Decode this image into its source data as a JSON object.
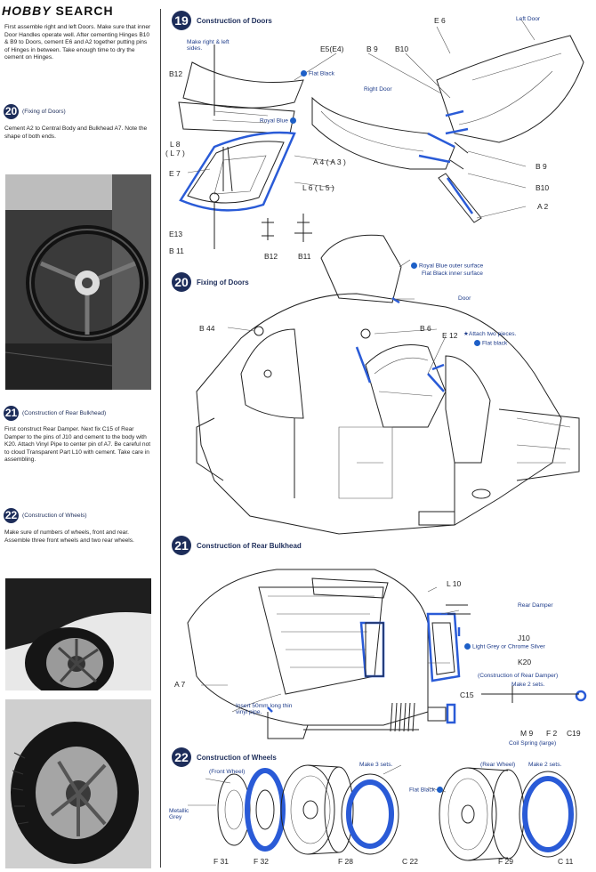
{
  "header": {
    "brand_prefix": "H",
    "brand_hobby": "OBBY",
    "brand_search": " SEARCH"
  },
  "left": {
    "intro": "First assemble right and left Doors. Make sure that inner Door Handles operate well. After cementing Hinges B10 & B9 to Doors, cement E6 and A2 together putting pins of Hinges in between. Take enough time to dry the cement on Hinges.",
    "s20": {
      "num": "20",
      "title": "(Fixing of Doors)",
      "body": "Cement A2 to Central Body and Bulkhead A7. Note the shape of both ends."
    },
    "s21": {
      "num": "21",
      "title": "(Construction of Rear Bulkhead)",
      "body": "First construct Rear Damper. Next fix C15 of Rear Damper to the pins of J10 and cement to the body with K20. Attach Vinyl Pipe to center pin of A7. Be careful not to cloud Transparent Part L10 with cement. Take care in assembling."
    },
    "s22": {
      "num": "22",
      "title": "(Construction of Wheels)",
      "body": "Make sure of numbers of wheels, front and rear. Assemble three front wheels and two rear wheels."
    }
  },
  "step19": {
    "num": "19",
    "title": "Construction of Doors",
    "labels": {
      "make_both": "Make right & left sides.",
      "e5": "E5(E4)",
      "b9top": "B 9",
      "b10top": "B10",
      "e6": "E 6",
      "left_door": "Left Door",
      "b12": "B12",
      "flat_black": "Flat Black",
      "right_door": "Right Door",
      "royal_blue": "Royal Blue",
      "l8": "L 8",
      "l7": "( L 7 )",
      "e7": "E 7",
      "a4": "A 4 ( A 3 )",
      "l6": "L 6 ( L 5 )",
      "b9": "B 9",
      "b10": "B10",
      "a2": "A 2",
      "e13": "E13",
      "b11": "B 11",
      "b12s": "B12",
      "b11s": "B11"
    }
  },
  "step20": {
    "num": "20",
    "title": "Fixing of Doors",
    "labels": {
      "rb_outer": "Royal Blue outer surface",
      "fb_inner": "Flat Black inner surface",
      "door": "Door",
      "b44": "B 44",
      "b6": "B 6",
      "e12": "E 12",
      "attach": "Attach two pieces.",
      "flat_black": "Flat black"
    }
  },
  "step21": {
    "num": "21",
    "title": "Construction of Rear Bulkhead",
    "labels": {
      "l10": "L 10",
      "rear_damper": "Rear Damper",
      "j10": "J10",
      "lgcs": "Light Grey or Chrome Silver",
      "k20": "K20",
      "const_damper": "(Construction of Rear Damper)",
      "make2": "Make 2 sets.",
      "a7": "A 7",
      "insert": "Insert 50mm long thin vinyl pipe.",
      "c15": "C15",
      "m9": "M 9",
      "f2": "F 2",
      "c19": "C19",
      "coil": "Coil Spring (large)"
    }
  },
  "step22": {
    "num": "22",
    "title": "Construction of Wheels",
    "labels": {
      "front": "(Front Wheel)",
      "make3": "Make 3 sets.",
      "rear": "(Rear Wheel)",
      "make2": "Make 2 sets.",
      "metallic": "Metallic Grey",
      "flat_black": "Flat Black",
      "f31": "F 31",
      "f32": "F 32",
      "f28": "F 28",
      "c22": "C 22",
      "f29": "F 29",
      "c11": "C 11"
    }
  },
  "colors": {
    "accent": "#1d2d5a",
    "blue_part": "#2a5bd7"
  }
}
